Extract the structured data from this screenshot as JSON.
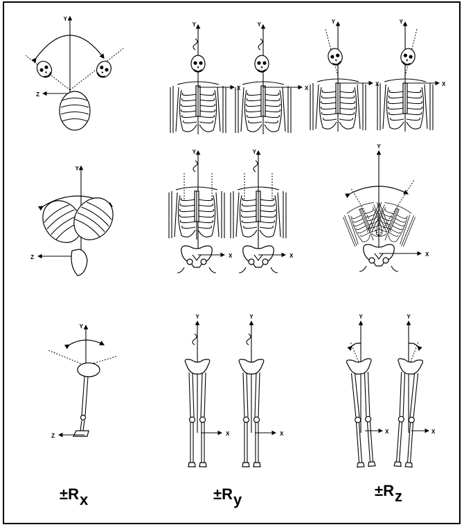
{
  "figure": {
    "axis_labels": {
      "x": "X",
      "y": "Y",
      "z": "Z"
    },
    "captions": [
      {
        "sign": "±",
        "letter": "R",
        "subscript": "x"
      },
      {
        "sign": "±",
        "letter": "R",
        "subscript": "y"
      },
      {
        "sign": "±",
        "letter": "R",
        "subscript": "z"
      }
    ],
    "rows": [
      "head-neck",
      "trunk-pelvis",
      "pelvis-legs"
    ]
  }
}
